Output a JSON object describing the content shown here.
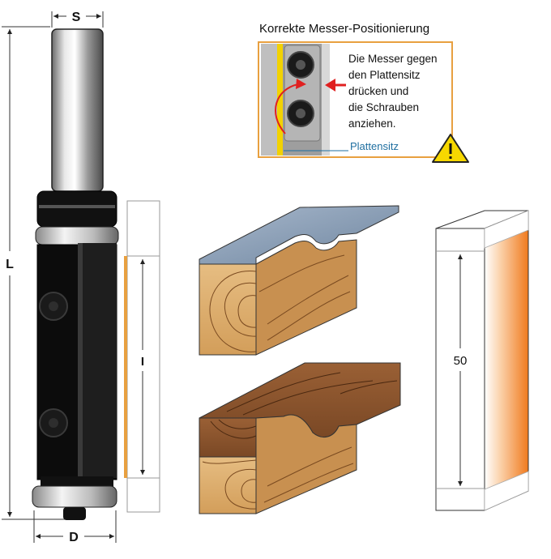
{
  "dimensions": {
    "shank": "S",
    "length": "L",
    "cutting_length": "I",
    "diameter": "D",
    "block_height": "50"
  },
  "callout": {
    "title": "Korrekte Messer-Positionierung",
    "instruction": [
      "Die Messer gegen",
      "den Plattensitz",
      "drücken und",
      "die Schrauben",
      "anziehen."
    ],
    "seat_label": "Plattensitz"
  },
  "icons": {
    "warning": "warning-triangle-icon",
    "arrow_left": "red-arrow-left-icon",
    "rotate": "rotate-arrow-icon"
  },
  "colors": {
    "tool_body": "#0a0a0a",
    "wood_light": "#d9a867",
    "wood_dark": "#8a5630",
    "laminate": "#8aa0b8",
    "accent_orange": "#f08a30",
    "arrow_red": "#e02020",
    "seat_blue": "#1f6fa0"
  }
}
